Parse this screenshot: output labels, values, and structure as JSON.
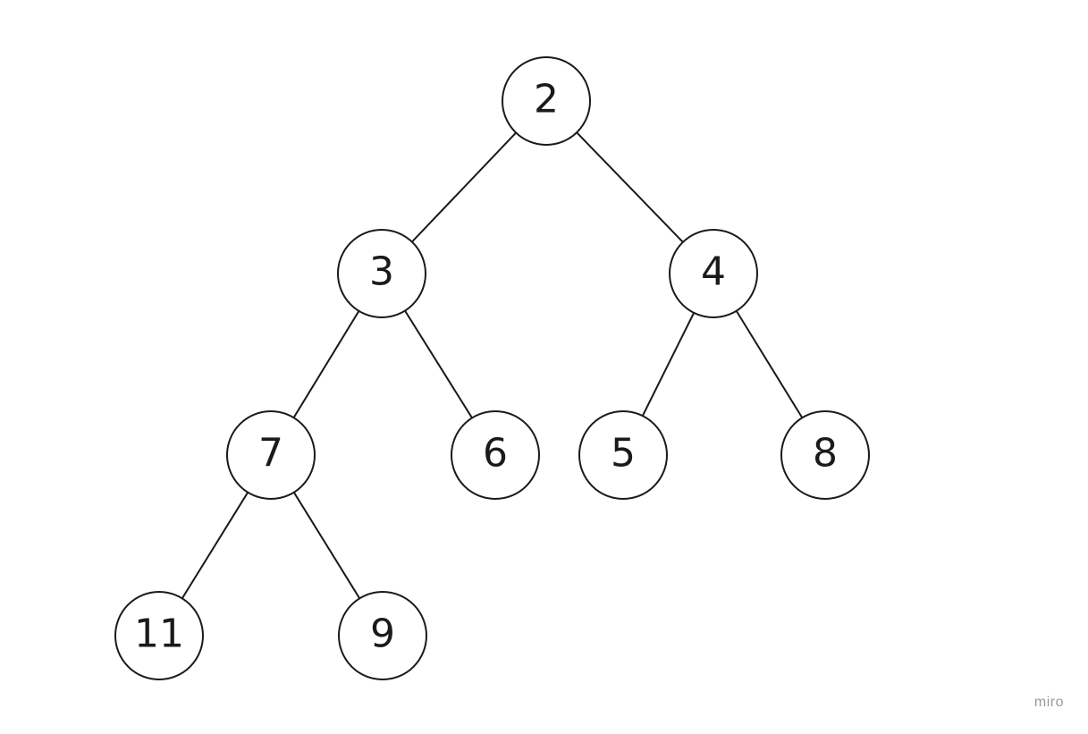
{
  "tree": {
    "nodes": [
      {
        "id": "n2",
        "label": "2"
      },
      {
        "id": "n3",
        "label": "3"
      },
      {
        "id": "n4",
        "label": "4"
      },
      {
        "id": "n7",
        "label": "7"
      },
      {
        "id": "n6",
        "label": "6"
      },
      {
        "id": "n5",
        "label": "5"
      },
      {
        "id": "n8",
        "label": "8"
      },
      {
        "id": "n11",
        "label": "11"
      },
      {
        "id": "n9",
        "label": "9"
      }
    ],
    "edges": [
      {
        "from": "n2",
        "to": "n3"
      },
      {
        "from": "n2",
        "to": "n4"
      },
      {
        "from": "n3",
        "to": "n7"
      },
      {
        "from": "n3",
        "to": "n6"
      },
      {
        "from": "n4",
        "to": "n5"
      },
      {
        "from": "n4",
        "to": "n8"
      },
      {
        "from": "n7",
        "to": "n11"
      },
      {
        "from": "n7",
        "to": "n9"
      }
    ]
  },
  "watermark": "miro",
  "colors": {
    "stroke": "#1a1a1a",
    "background": "#ffffff",
    "watermark": "#9a9a9a"
  }
}
